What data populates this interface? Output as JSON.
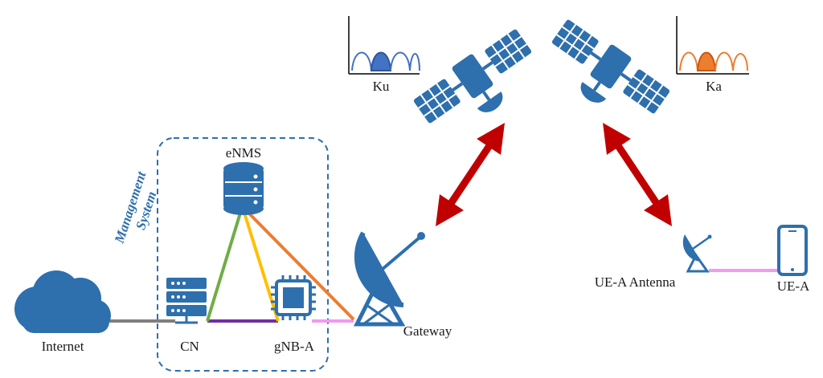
{
  "labels": {
    "internet": "Internet",
    "cn": "CN",
    "gnb": "gNB-A",
    "enms": "eNMS",
    "gateway": "Gateway",
    "ue_antenna": "UE-A Antenna",
    "ue": "UE-A",
    "management_line1": "Management",
    "management_line2": "System",
    "band_ku": "Ku",
    "band_ka": "Ka"
  },
  "colors": {
    "icon_blue": "#2e6fad",
    "link_red": "#c00000",
    "link_green": "#70ad47",
    "link_yellow": "#ffc000",
    "link_orange": "#ed7d31",
    "link_purple": "#7030a0",
    "link_pink": "#f09af0",
    "link_gray": "#7f7f7f",
    "ku_fill": "#4472c4",
    "ka_fill": "#ed7d31"
  }
}
